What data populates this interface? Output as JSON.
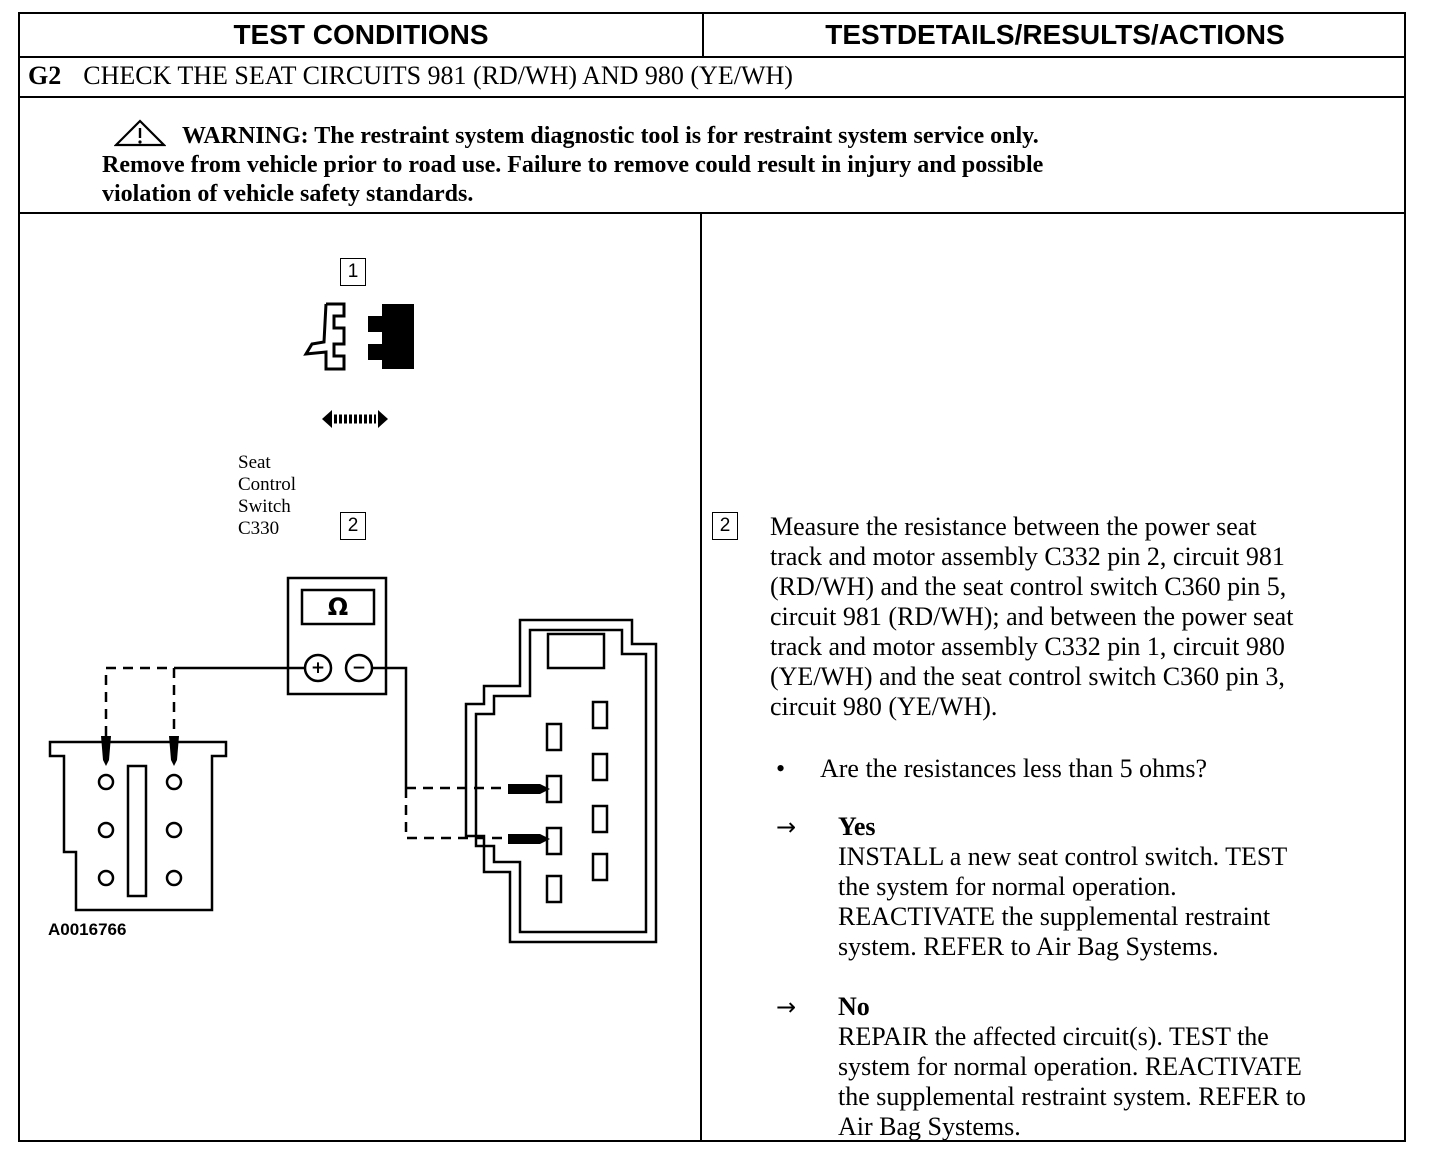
{
  "header": {
    "left_title": "TEST CONDITIONS",
    "right_title": "TESTDETAILS/RESULTS/ACTIONS"
  },
  "step": {
    "id": "G2",
    "title": "CHECK THE SEAT CIRCUITS 981 (RD/WH) AND 980 (YE/WH)"
  },
  "warning": {
    "line1": "WARNING: The restraint system diagnostic tool is for restraint system service only.",
    "line2": "Remove from vehicle prior to road use. Failure to remove could result in injury and possible",
    "line3": "violation of vehicle safety standards."
  },
  "diagram": {
    "step1_number": "1",
    "step1_caption": "Seat Control Switch C330",
    "step2_number": "2",
    "meter_symbol": "Ω",
    "meter_plus": "+",
    "meter_minus": "−",
    "figure_id": "A0016766"
  },
  "details": {
    "step_number": "2",
    "instruction": [
      "Measure the resistance between the power seat",
      "track and motor assembly C332 pin 2, circuit 981",
      "(RD/WH) and the seat control switch C360 pin 5,",
      "circuit 981 (RD/WH); and between the power seat",
      "track and motor assembly C332 pin 1, circuit 980",
      "(YE/WH) and the seat control switch C360 pin 3,",
      "circuit 980 (YE/WH)."
    ],
    "bullet": "•",
    "question": "Are the resistances less than 5 ohms?",
    "arrow": "→",
    "yes": {
      "label": "Yes",
      "lines": [
        "INSTALL a new seat control switch. TEST",
        "the system for normal operation.",
        "REACTIVATE the supplemental restraint",
        "system. REFER to Air Bag Systems."
      ]
    },
    "no": {
      "label": "No",
      "lines": [
        "REPAIR the affected circuit(s). TEST the",
        "system for normal operation. REACTIVATE",
        "the supplemental restraint system. REFER to",
        "Air Bag Systems."
      ]
    }
  }
}
